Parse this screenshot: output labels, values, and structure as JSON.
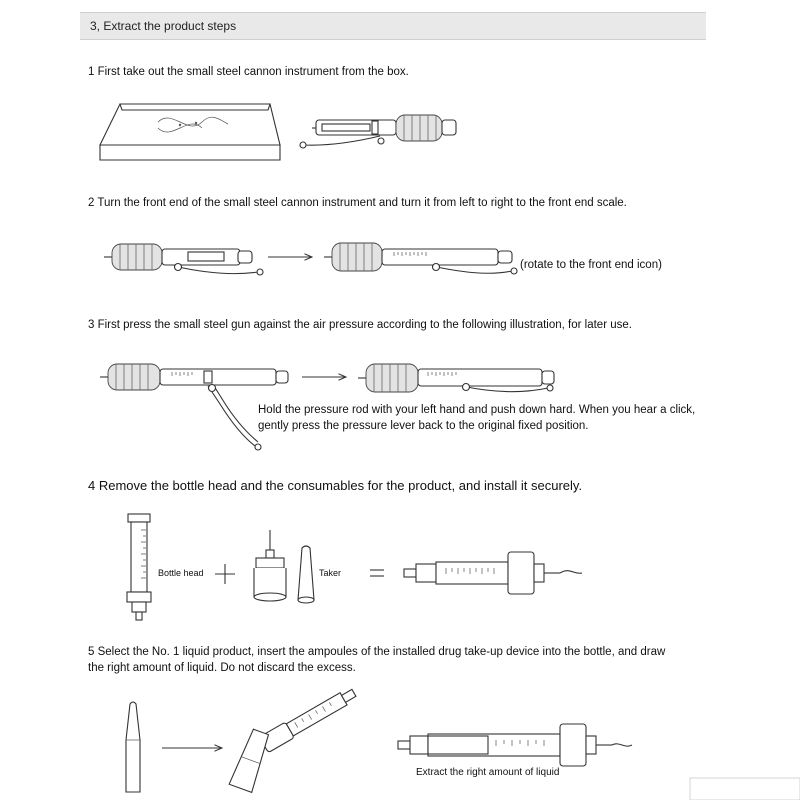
{
  "header": {
    "title": "3, Extract the product steps"
  },
  "steps": [
    {
      "text": "1 First take out the small steel cannon instrument from the box."
    },
    {
      "text": "2 Turn the front end of the small steel cannon instrument and turn it from left to right to the front end scale.",
      "note": "(rotate to the front end icon)"
    },
    {
      "text": "3 First press the small steel gun against the air pressure according to the following illustration, for later use.",
      "note_line1": "Hold the pressure rod with your left hand and push down hard. When you hear a click,",
      "note_line2": "gently press the pressure lever back to the original fixed position."
    },
    {
      "text": "4 Remove the bottle head and the consumables for the product, and install it securely.",
      "label_bottle": "Bottle head",
      "label_taker": "Taker"
    },
    {
      "text_line1": "5 Select the No. 1 liquid product, insert the ampoules of the installed drug take-up device into the bottle, and draw",
      "text_line2": "the right amount of liquid. Do not discard the excess.",
      "caption": "Extract the right amount of liquid"
    }
  ],
  "icons": [
    "instrument-box-icon",
    "injector-pen-icon",
    "arrow-right-icon",
    "plus-icon",
    "equals-icon",
    "syringe-icon",
    "ampoule-icon",
    "bottle-head-icon",
    "taker-icon"
  ]
}
